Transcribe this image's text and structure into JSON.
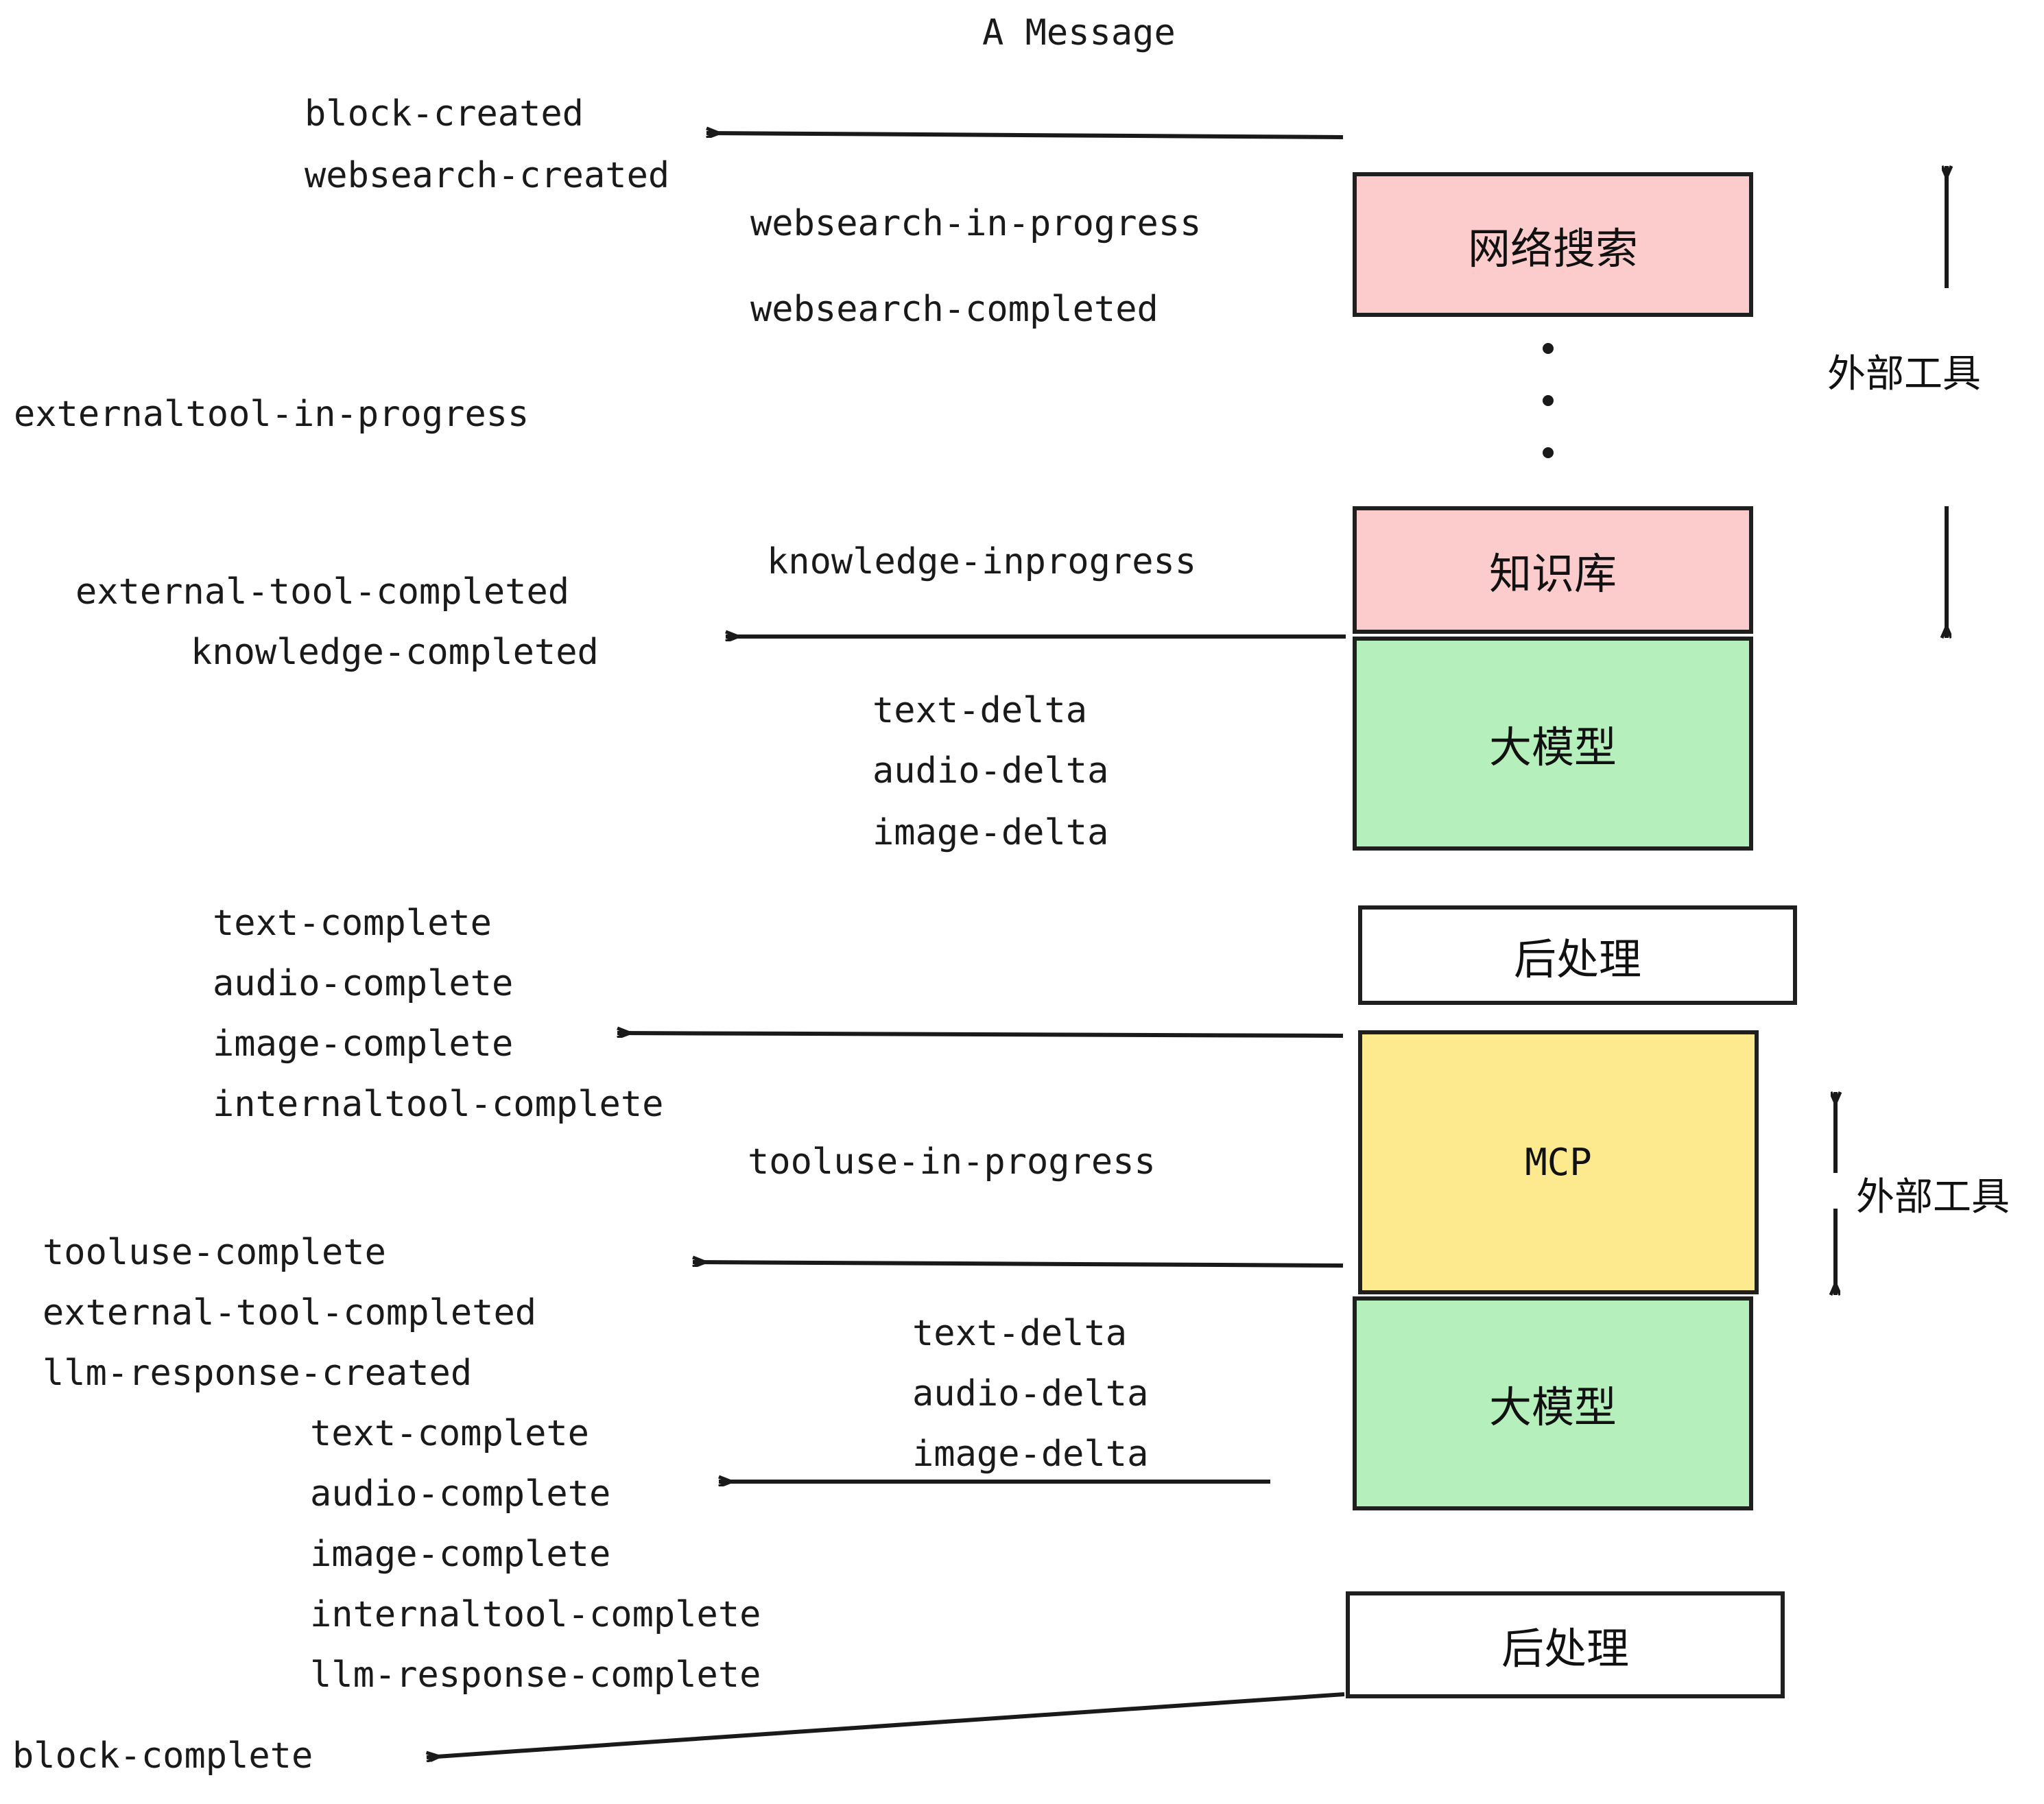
{
  "title": "A Message",
  "colors": {
    "pink": "#FBCCCB",
    "green": "#B5F0BC",
    "yellow": "#FDE98E",
    "white": "#FFFFFF",
    "stroke": "#1F1F1F",
    "text": "#1A1A1A"
  },
  "boxes": [
    {
      "id": "websearch",
      "label": "网络搜索",
      "fill": "#FBCCCB"
    },
    {
      "id": "knowledge",
      "label": "知识库",
      "fill": "#FBCCCB"
    },
    {
      "id": "llm-1",
      "label": "大模型",
      "fill": "#B5F0BC"
    },
    {
      "id": "postprocess-1",
      "label": "后处理",
      "fill": "#FFFFFF"
    },
    {
      "id": "mcp",
      "label": "MCP",
      "fill": "#FDE98E"
    },
    {
      "id": "llm-2",
      "label": "大模型",
      "fill": "#B5F0BC"
    },
    {
      "id": "postprocess-2",
      "label": "后处理",
      "fill": "#FFFFFF"
    }
  ],
  "side_labels": [
    {
      "id": "external-tool-top",
      "label": "外部工具"
    },
    {
      "id": "external-tool-bottom",
      "label": "外部工具"
    }
  ],
  "events": [
    {
      "id": "block-created",
      "text": "block-created"
    },
    {
      "id": "websearch-created",
      "text": "websearch-created"
    },
    {
      "id": "websearch-in-progress",
      "text": "websearch-in-progress"
    },
    {
      "id": "websearch-completed",
      "text": "websearch-completed"
    },
    {
      "id": "externaltool-in-progress",
      "text": "externaltool-in-progress"
    },
    {
      "id": "knowledge-inprogress",
      "text": "knowledge-inprogress"
    },
    {
      "id": "external-tool-completed-1",
      "text": "external-tool-completed"
    },
    {
      "id": "knowledge-completed",
      "text": "knowledge-completed"
    },
    {
      "id": "text-delta-1",
      "text": "text-delta"
    },
    {
      "id": "audio-delta-1",
      "text": "audio-delta"
    },
    {
      "id": "image-delta-1",
      "text": "image-delta"
    },
    {
      "id": "text-complete-1",
      "text": "text-complete"
    },
    {
      "id": "audio-complete-1",
      "text": "audio-complete"
    },
    {
      "id": "image-complete-1",
      "text": "image-complete"
    },
    {
      "id": "internaltool-complete-1",
      "text": "internaltool-complete"
    },
    {
      "id": "tooluse-in-progress",
      "text": "tooluse-in-progress"
    },
    {
      "id": "tooluse-complete",
      "text": "tooluse-complete"
    },
    {
      "id": "external-tool-completed-2",
      "text": "external-tool-completed"
    },
    {
      "id": "llm-response-created",
      "text": "llm-response-created"
    },
    {
      "id": "text-delta-2",
      "text": "text-delta"
    },
    {
      "id": "audio-delta-2",
      "text": "audio-delta"
    },
    {
      "id": "image-delta-2",
      "text": "image-delta"
    },
    {
      "id": "text-complete-2",
      "text": "text-complete"
    },
    {
      "id": "audio-complete-2",
      "text": "audio-complete"
    },
    {
      "id": "image-complete-2",
      "text": "image-complete"
    },
    {
      "id": "internaltool-complete-2",
      "text": "internaltool-complete"
    },
    {
      "id": "llm-response-complete",
      "text": "llm-response-complete"
    },
    {
      "id": "block-complete",
      "text": "block-complete"
    }
  ]
}
